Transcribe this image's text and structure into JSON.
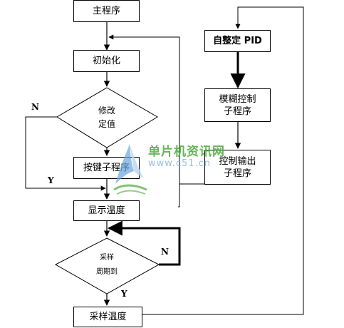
{
  "nodes": {
    "main": "主程序",
    "init": "初始化",
    "modify": [
      "修改",
      "定值"
    ],
    "key": "按键子程序",
    "display": "显示温度",
    "sampleCheck": [
      "采样",
      "周期到"
    ],
    "sampleTemp": "采样温度",
    "pid": "自整定 PID",
    "fuzzy": [
      "模糊控制",
      "子程序"
    ],
    "output": [
      "控制输出",
      "子程序"
    ]
  },
  "labels": {
    "modify_no": "N",
    "modify_yes": "Y",
    "sample_no": "N",
    "sample_yes": "Y"
  },
  "watermark": {
    "title": "单片机资讯网",
    "url": "www.c51.cn",
    "color": "#4caa3c"
  }
}
